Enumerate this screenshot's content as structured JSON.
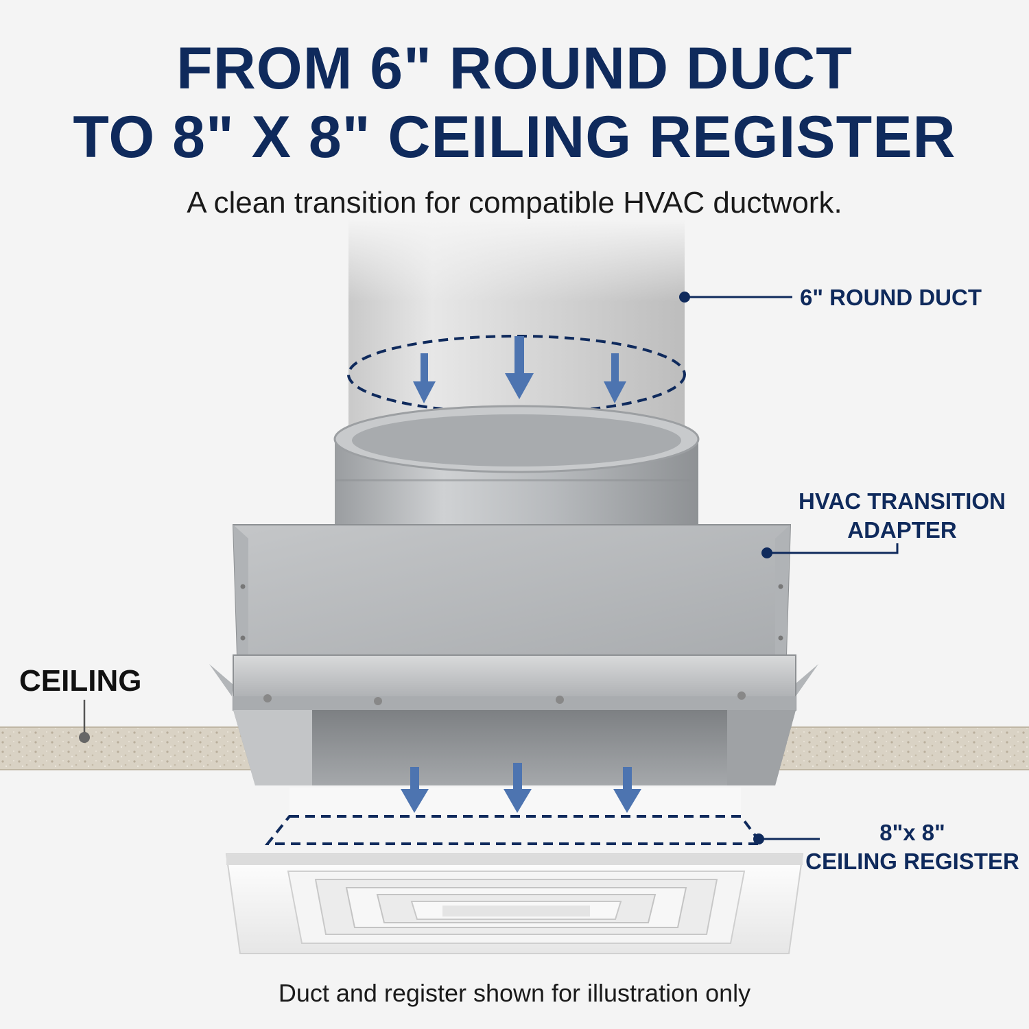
{
  "heading": {
    "line1": "FROM 6\" ROUND DUCT",
    "line2": "TO 8\" X 8\" CEILING REGISTER"
  },
  "subtitle": "A clean transition for compatible HVAC ductwork.",
  "callouts": {
    "round_duct": "6\" ROUND DUCT",
    "adapter_line1": "HVAC TRANSITION",
    "adapter_line2": "ADAPTER",
    "register_line1": "8\"x 8\"",
    "register_line2": "CEILING REGISTER",
    "ceiling": "CEILING"
  },
  "footnote": "Duct and register shown for illustration only",
  "colors": {
    "navy": "#0f2a5c",
    "arrow": "#4d74b0",
    "background": "#f4f4f4"
  }
}
